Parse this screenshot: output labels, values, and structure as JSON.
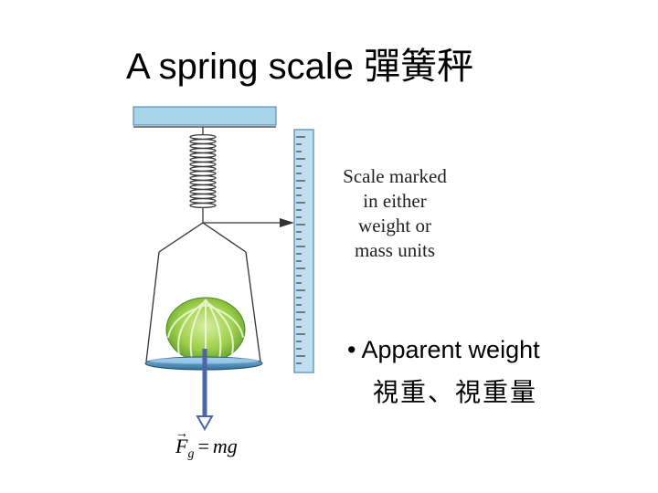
{
  "slide": {
    "title": "A spring scale 彈簧秤"
  },
  "diagram": {
    "caption_lines": [
      "Scale marked",
      "in either",
      "weight or",
      "mass units"
    ],
    "formula": {
      "vector_symbol": "F",
      "vector_subscript": "g",
      "equals": "=",
      "rhs": "mg"
    },
    "colors": {
      "ceiling": "#a8d4ea",
      "scale_bar": "#bfdff0",
      "scale_border": "#6a9cc0",
      "pan": "#3b7eae",
      "spring": "#3a3a3a",
      "lettuce": "#8cc63f",
      "force_arrow": "#4a66a8"
    }
  },
  "bullet": {
    "marker": "•",
    "text": "Apparent weight",
    "subtext": "視重、視重量"
  }
}
